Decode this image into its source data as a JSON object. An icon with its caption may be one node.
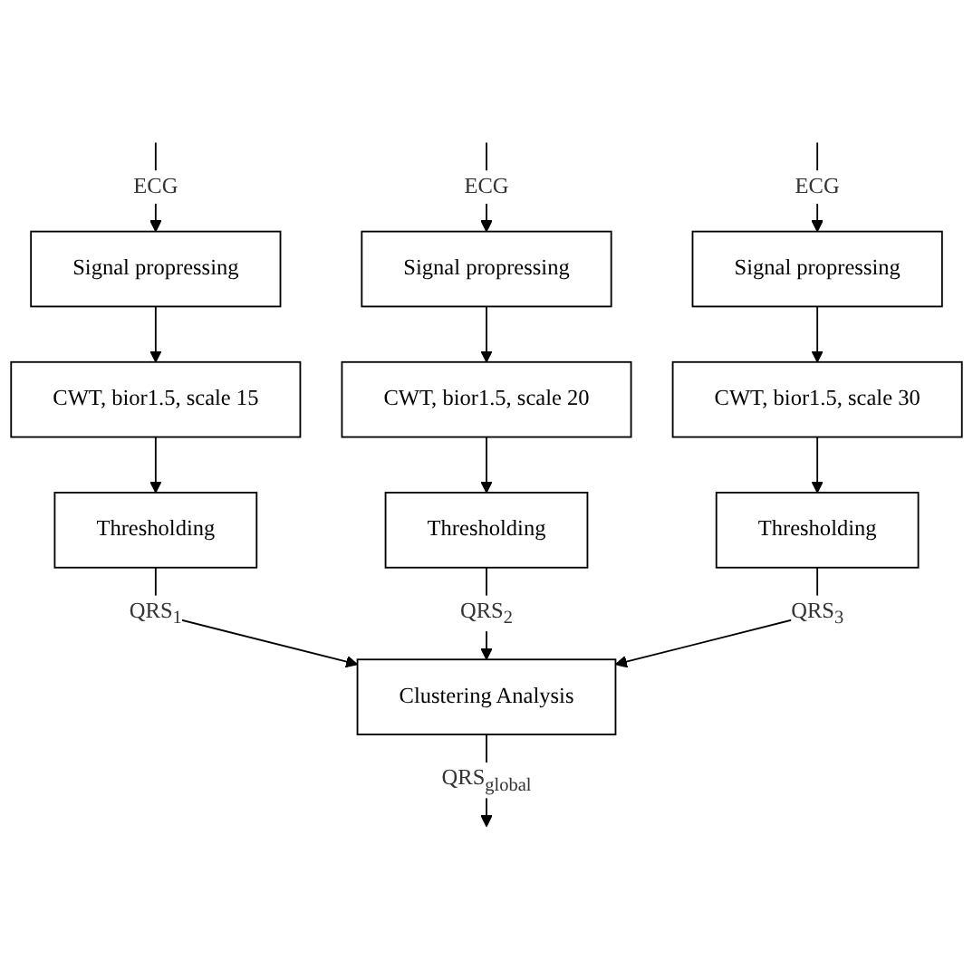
{
  "diagram": {
    "nodes": [
      {
        "text": [
          "Signal propressing"
        ]
      },
      {
        "text": [
          "Signal propressing"
        ]
      },
      {
        "text": [
          "Signal propressing"
        ]
      },
      {
        "text": [
          "CWT, bior1.5, scale 15"
        ]
      },
      {
        "text": [
          "CWT, bior1.5, scale 20"
        ]
      },
      {
        "text": [
          "CWT, bior1.5, scale 30"
        ]
      },
      {
        "text": [
          "Thresholding"
        ]
      },
      {
        "text": [
          "Thresholding"
        ]
      },
      {
        "text": [
          "Thresholding"
        ]
      },
      {
        "text": [
          "Clustering Analysis"
        ]
      }
    ],
    "edges": [
      {
        "from": null,
        "to": 0,
        "arrow": "to",
        "label": "ECG"
      },
      {
        "from": null,
        "to": 1,
        "arrow": "to",
        "label": "ECG"
      },
      {
        "from": null,
        "to": 2,
        "arrow": "to",
        "label": "ECG"
      },
      {
        "from": 0,
        "to": 3,
        "arrow": "to"
      },
      {
        "from": 1,
        "to": 4,
        "arrow": "to"
      },
      {
        "from": 2,
        "to": 5,
        "arrow": "to"
      },
      {
        "from": 3,
        "to": 6,
        "arrow": "to"
      },
      {
        "from": 4,
        "to": 7,
        "arrow": "to"
      },
      {
        "from": 5,
        "to": 8,
        "arrow": "to"
      },
      {
        "from": 6,
        "to": 9,
        "arrow": "to",
        "label": "QRS$_{1}$"
      },
      {
        "from": 7,
        "to": 9,
        "arrow": "to",
        "label": "QRS$_{2}$"
      },
      {
        "from": 8,
        "to": 9,
        "arrow": "to",
        "label": "QRS$_{3}$"
      },
      {
        "from": 9,
        "to": null,
        "arrow": "to",
        "label": "QRS$_{global}$"
      }
    ]
  }
}
